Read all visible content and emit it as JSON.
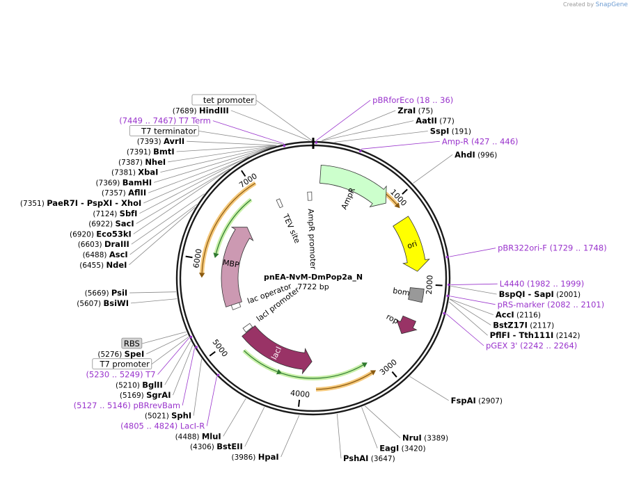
{
  "credit": {
    "prefix": "Created by",
    "brand": "SnapGene"
  },
  "plasmid": {
    "name": "pnEA-NvM-DmPop2a_N",
    "size_label": "7722 bp",
    "length": 7722
  },
  "ticks": [
    {
      "pos": 1000,
      "label": "1000"
    },
    {
      "pos": 2000,
      "label": "2000"
    },
    {
      "pos": 3000,
      "label": "3000"
    },
    {
      "pos": 4000,
      "label": "4000"
    },
    {
      "pos": 5000,
      "label": "5000"
    },
    {
      "pos": 6000,
      "label": "6000"
    },
    {
      "pos": 7000,
      "label": "7000"
    }
  ],
  "sites": [
    {
      "pos": 7689,
      "num": "(7689)",
      "name": "HindIII",
      "side": "L"
    },
    {
      "pos": 75,
      "num": "(75)",
      "name": "ZraI",
      "side": "R"
    },
    {
      "pos": 77,
      "num": "(77)",
      "name": "AatII",
      "side": "R"
    },
    {
      "pos": 191,
      "num": "(191)",
      "name": "SspI",
      "side": "R"
    },
    {
      "pos": 996,
      "num": "(996)",
      "name": "AhdI",
      "side": "R"
    },
    {
      "pos": 2001,
      "num": "(2001)",
      "name": "BspQI - SapI",
      "side": "R"
    },
    {
      "pos": 2116,
      "num": "(2116)",
      "name": "AccI",
      "side": "R"
    },
    {
      "pos": 2117,
      "num": "(2117)",
      "name": "BstZ17I",
      "side": "R"
    },
    {
      "pos": 2142,
      "num": "(2142)",
      "name": "PflFI - Tth111I",
      "side": "R"
    },
    {
      "pos": 2907,
      "num": "(2907)",
      "name": "FspAI",
      "side": "R"
    },
    {
      "pos": 3389,
      "num": "(3389)",
      "name": "NruI",
      "side": "R"
    },
    {
      "pos": 3420,
      "num": "(3420)",
      "name": "EagI",
      "side": "R"
    },
    {
      "pos": 3647,
      "num": "(3647)",
      "name": "PshAI",
      "side": "R"
    },
    {
      "pos": 3986,
      "num": "(3986)",
      "name": "HpaI",
      "side": "L"
    },
    {
      "pos": 4306,
      "num": "(4306)",
      "name": "BstEII",
      "side": "L"
    },
    {
      "pos": 4488,
      "num": "(4488)",
      "name": "MluI",
      "side": "L"
    },
    {
      "pos": 5021,
      "num": "(5021)",
      "name": "SphI",
      "side": "L"
    },
    {
      "pos": 5169,
      "num": "(5169)",
      "name": "SgrAI",
      "side": "L"
    },
    {
      "pos": 5210,
      "num": "(5210)",
      "name": "BglII",
      "side": "L"
    },
    {
      "pos": 5276,
      "num": "(5276)",
      "name": "SpeI",
      "side": "L"
    },
    {
      "pos": 5607,
      "num": "(5607)",
      "name": "BsiWI",
      "side": "L"
    },
    {
      "pos": 5669,
      "num": "(5669)",
      "name": "PsiI",
      "side": "L"
    },
    {
      "pos": 6455,
      "num": "(6455)",
      "name": "NdeI",
      "side": "L"
    },
    {
      "pos": 6488,
      "num": "(6488)",
      "name": "AscI",
      "side": "L"
    },
    {
      "pos": 6603,
      "num": "(6603)",
      "name": "DraIII",
      "side": "L"
    },
    {
      "pos": 6920,
      "num": "(6920)",
      "name": "Eco53kI",
      "side": "L"
    },
    {
      "pos": 6922,
      "num": "(6922)",
      "name": "SacI",
      "side": "L"
    },
    {
      "pos": 7124,
      "num": "(7124)",
      "name": "SbfI",
      "side": "L"
    },
    {
      "pos": 7351,
      "num": "(7351)",
      "name": "PaeR7I - PspXI - XhoI",
      "side": "L"
    },
    {
      "pos": 7357,
      "num": "(7357)",
      "name": "AflII",
      "side": "L"
    },
    {
      "pos": 7369,
      "num": "(7369)",
      "name": "BamHI",
      "side": "L"
    },
    {
      "pos": 7381,
      "num": "(7381)",
      "name": "XbaI",
      "side": "L"
    },
    {
      "pos": 7387,
      "num": "(7387)",
      "name": "NheI",
      "side": "L"
    },
    {
      "pos": 7391,
      "num": "(7391)",
      "name": "BmtI",
      "side": "L"
    },
    {
      "pos": 7393,
      "num": "(7393)",
      "name": "AvrII",
      "side": "L"
    }
  ],
  "primers": [
    {
      "pos": 27,
      "name": "pBRforEco",
      "range": "(18 .. 36)",
      "side": "R",
      "fmt": "nr"
    },
    {
      "pos": 436,
      "name": "Amp-R",
      "range": "(427 .. 446)",
      "side": "R",
      "fmt": "nr"
    },
    {
      "pos": 1738,
      "name": "pBR322ori-F",
      "range": "(1729 .. 1748)",
      "side": "R",
      "fmt": "nr"
    },
    {
      "pos": 1990,
      "name": "L4440",
      "range": "(1982 .. 1999)",
      "side": "R",
      "fmt": "nr"
    },
    {
      "pos": 2091,
      "name": "pRS-marker",
      "range": "(2082 .. 2101)",
      "side": "R",
      "fmt": "nr"
    },
    {
      "pos": 2253,
      "name": "pGEX 3'",
      "range": "(2242 .. 2264)",
      "side": "R",
      "fmt": "nr"
    },
    {
      "pos": 4814,
      "name": "LacI-R",
      "range": "(4805 .. 4824)",
      "side": "L",
      "fmt": "rn"
    },
    {
      "pos": 5136,
      "name": "pBRrevBam",
      "range": "(5127 .. 5146)",
      "side": "L",
      "fmt": "rn"
    },
    {
      "pos": 5240,
      "name": "T7",
      "range": "(5230 .. 5249)",
      "side": "L",
      "fmt": "rn"
    },
    {
      "pos": 7458,
      "name": "T7 Term",
      "range": "(7449 .. 7467)",
      "side": "L",
      "fmt": "rn"
    }
  ],
  "boxed_labels": [
    {
      "pos": 7710,
      "text": "tet promoter",
      "fill": "#ffffff"
    },
    {
      "pos": 7440,
      "text": "T7 terminator",
      "fill": "#ffffff"
    },
    {
      "pos": 5300,
      "text": "RBS",
      "fill": "#d3d3d3"
    },
    {
      "pos": 5250,
      "text": "T7 promoter",
      "fill": "#ffffff"
    }
  ],
  "orfs": [
    {
      "start": 180,
      "end": 1040,
      "dir": 1,
      "label": ""
    },
    {
      "start": 3180,
      "end": 3830,
      "dir": -1,
      "label": ""
    },
    {
      "start": 5850,
      "end": 7050,
      "dir": -1,
      "label": ""
    }
  ],
  "inner_arrows": [
    {
      "start": 3220,
      "end": 4300,
      "dir": -1
    },
    {
      "start": 4310,
      "end": 4800,
      "dir": -1
    },
    {
      "start": 6100,
      "end": 6900,
      "dir": -1
    }
  ],
  "features": [
    {
      "start": 85,
      "end": 945,
      "r": 150,
      "w": 26,
      "dir": 1,
      "color": "#ccffcc",
      "label": "AmpR",
      "label_inside": false
    },
    {
      "start": 1220,
      "end": 1850,
      "r": 150,
      "w": 26,
      "dir": 1,
      "color": "#ffff00",
      "label": "ori",
      "label_inside": true
    },
    {
      "start": 2050,
      "end": 2200,
      "r": 150,
      "w": 20,
      "dir": 0,
      "color": "#999999",
      "label": "bom",
      "label_inside": false
    },
    {
      "start": 2420,
      "end": 2620,
      "r": 150,
      "w": 20,
      "dir": 1,
      "color": "#993366",
      "label": "rop",
      "label_inside": false
    },
    {
      "start": 3880,
      "end": 4950,
      "r": 120,
      "w": 24,
      "dir": -1,
      "color": "#993366",
      "label": "lacI",
      "label_inside": true
    },
    {
      "start": 5400,
      "end": 6600,
      "r": 120,
      "w": 24,
      "dir": 1,
      "color": "#cc99b2",
      "label": "MBP",
      "label_inside": true
    }
  ],
  "small_features": [
    {
      "start": 7640,
      "end": 7700,
      "label": "AmpR promoter"
    },
    {
      "start": 7180,
      "end": 7230,
      "label": "TEV site"
    },
    {
      "start": 5330,
      "end": 5400,
      "label": "lac operator"
    },
    {
      "start": 4960,
      "end": 5030,
      "label": "lacI promoter"
    }
  ],
  "colors": {
    "backbone": "#1a1a1a",
    "enzyme": "#000000",
    "primer": "#9933cc",
    "number": "#000000",
    "orf": "#f0a020",
    "green": "#339933"
  }
}
